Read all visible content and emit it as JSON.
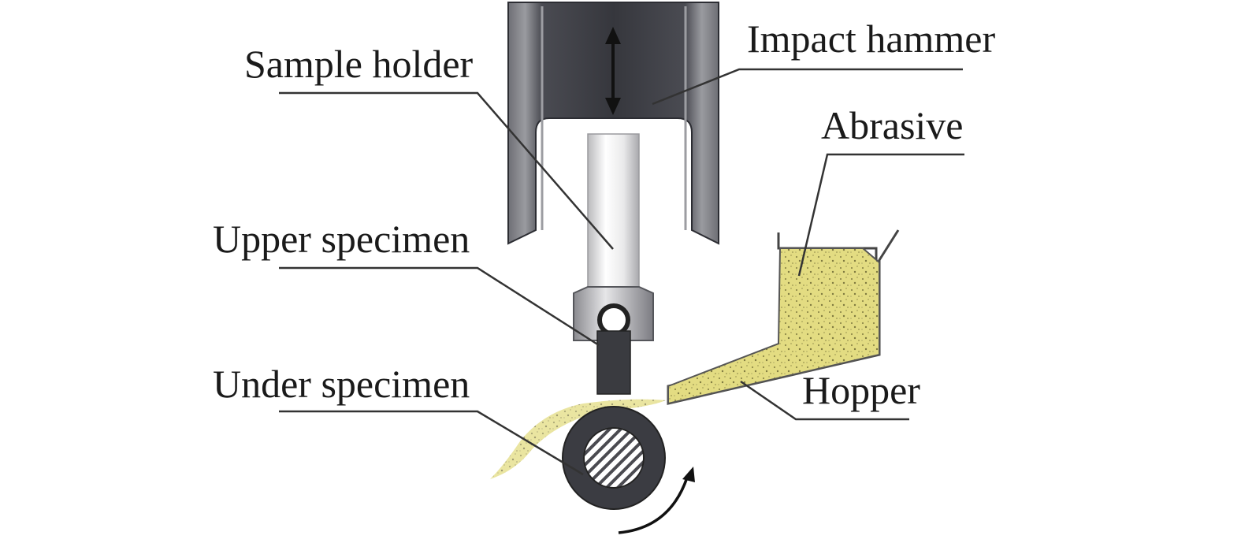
{
  "labels": {
    "impact_hammer": "Impact hammer",
    "sample_holder": "Sample holder",
    "abrasive": "Abrasive",
    "upper_specimen": "Upper specimen",
    "under_specimen": "Under specimen",
    "hopper": "Hopper"
  },
  "colors": {
    "hammer_body": "#3c3d44",
    "hammer_edge": "#8f9096",
    "holder_light": "#f2f2f2",
    "holder_mid": "#cfcfd1",
    "specimen_dark": "#3a3b40",
    "wheel_dark": "#3b3c42",
    "abrasive_fill": "#e3dc82",
    "leader_line": "#333333"
  },
  "icons": {
    "hammer_motion": "double-arrow-vertical-icon",
    "wheel_rotation": "curved-arrow-icon"
  }
}
